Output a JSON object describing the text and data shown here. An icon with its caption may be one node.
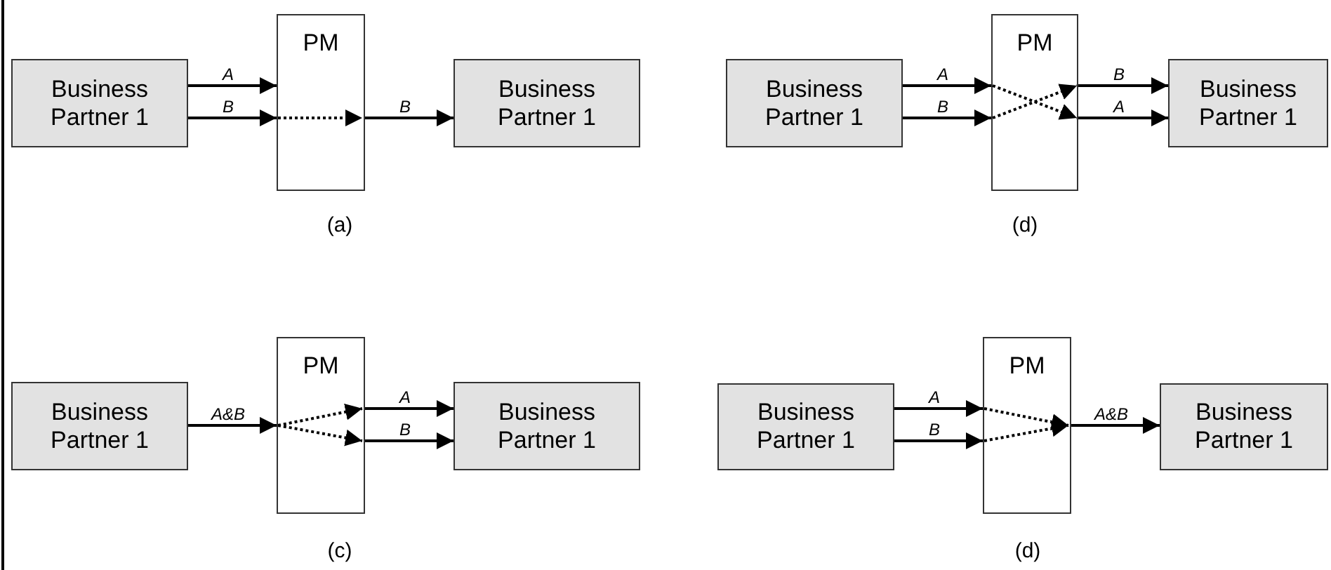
{
  "diagram": {
    "nodes": [
      {
        "text": [
          "Business Partner 1"
        ]
      },
      {
        "text": [
          "PM"
        ]
      },
      {
        "text": [
          "Business Partner 1"
        ]
      },
      {
        "text": [
          "Business Partner 1"
        ]
      },
      {
        "text": [
          "PM"
        ]
      },
      {
        "text": [
          "Business Partner 1"
        ]
      },
      {
        "text": [
          "Business Partner 1"
        ]
      },
      {
        "text": [
          "PM"
        ]
      },
      {
        "text": [
          "Business Partner 1"
        ]
      },
      {
        "text": [
          "Business Partner 1"
        ]
      },
      {
        "text": [
          "PM"
        ]
      },
      {
        "text": [
          "Business Partner 1"
        ]
      }
    ],
    "edges": [
      {
        "from": 0,
        "to": 1,
        "arrow": "to",
        "label": "A"
      },
      {
        "from": 0,
        "to": 1,
        "arrow": "to",
        "label": "B"
      },
      {
        "from": 1,
        "to": 2,
        "arrow": "to",
        "label": "B"
      },
      {
        "from": 3,
        "to": 4,
        "arrow": "to",
        "label": "A"
      },
      {
        "from": 3,
        "to": 4,
        "arrow": "to",
        "label": "B"
      },
      {
        "from": 4,
        "to": 5,
        "arrow": "to",
        "label": "B"
      },
      {
        "from": 4,
        "to": 5,
        "arrow": "to",
        "label": "A"
      },
      {
        "from": 6,
        "to": 7,
        "arrow": "to",
        "label": "A&B"
      },
      {
        "from": 7,
        "to": 8,
        "arrow": "to",
        "label": "A"
      },
      {
        "from": 7,
        "to": 8,
        "arrow": "to",
        "label": "B"
      },
      {
        "from": 9,
        "to": 10,
        "arrow": "to",
        "label": "A"
      },
      {
        "from": 9,
        "to": 10,
        "arrow": "to",
        "label": "B"
      },
      {
        "from": 10,
        "to": 11,
        "arrow": "to",
        "label": "A&B"
      }
    ],
    "labels": [
      "(a)",
      "(d)",
      "(c)",
      "(d)"
    ]
  }
}
